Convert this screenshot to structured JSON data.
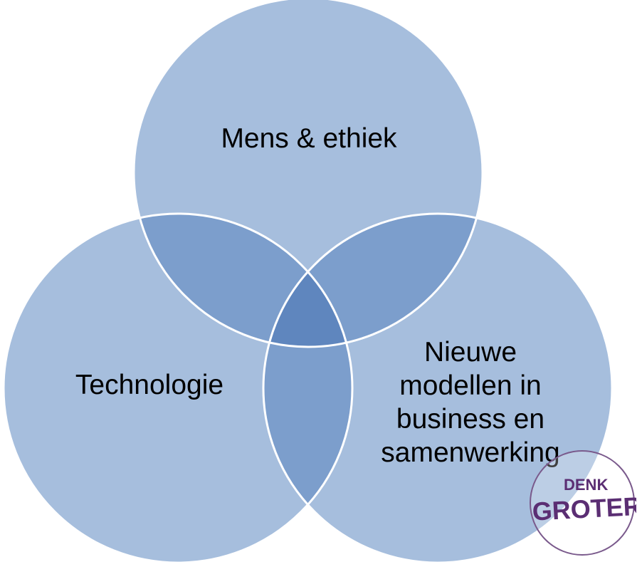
{
  "diagram": {
    "type": "venn",
    "circles": [
      {
        "id": "top",
        "label": "Mens & ethiek"
      },
      {
        "id": "left",
        "label": "Technologie"
      },
      {
        "id": "right",
        "label_lines": [
          "Nieuwe",
          "modellen in",
          "business en",
          "samenwerking"
        ]
      }
    ],
    "colors": {
      "circle_fill": "#a6bedd",
      "double_overlap": "#7c9ecc",
      "triple_overlap": "#5f86be",
      "stroke": "#ffffff"
    }
  },
  "logo": {
    "line1": "DENK",
    "line2": "GROTER",
    "color": "#5b2e73"
  }
}
